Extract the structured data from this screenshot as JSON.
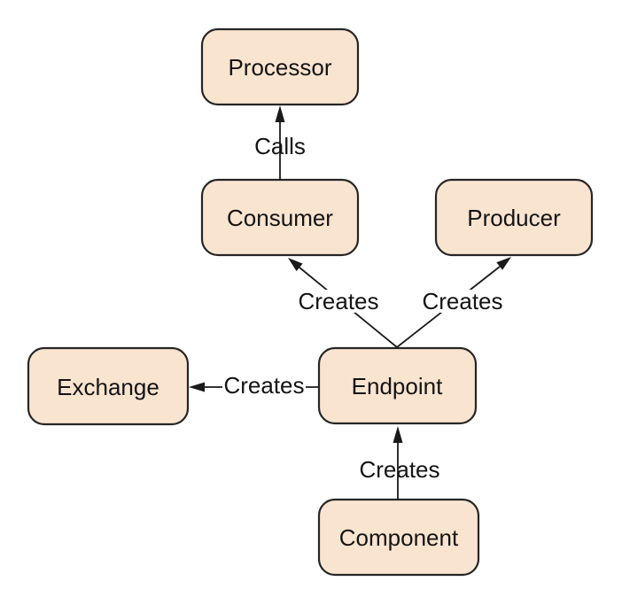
{
  "diagram": {
    "type": "concept-relationship-diagram",
    "background_color": "#ffffff",
    "node_fill_color": "#f9e4d0",
    "node_border_color": "#262626",
    "line_color": "#1a1a1a",
    "text_color": "#141414",
    "nodes": [
      {
        "id": "processor",
        "label": "Processor"
      },
      {
        "id": "consumer",
        "label": "Consumer"
      },
      {
        "id": "producer",
        "label": "Producer"
      },
      {
        "id": "exchange",
        "label": "Exchange"
      },
      {
        "id": "endpoint",
        "label": "Endpoint"
      },
      {
        "id": "component",
        "label": "Component"
      }
    ],
    "edges": [
      {
        "from": "consumer",
        "to": "processor",
        "label": "Calls"
      },
      {
        "from": "endpoint",
        "to": "consumer",
        "label": "Creates"
      },
      {
        "from": "endpoint",
        "to": "producer",
        "label": "Creates"
      },
      {
        "from": "endpoint",
        "to": "exchange",
        "label": "Creates"
      },
      {
        "from": "component",
        "to": "endpoint",
        "label": "Creates"
      }
    ]
  }
}
